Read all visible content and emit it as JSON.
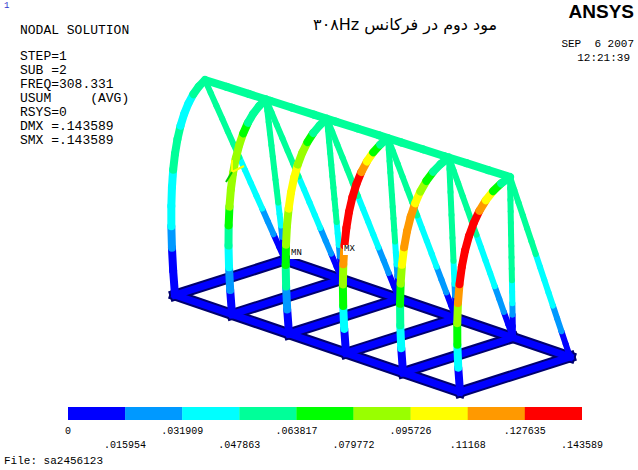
{
  "diagram": {
    "title": "مود دوم در فرکانس ۳۰۸Hz",
    "labels": [
      "1",
      "NODAL SOLUTION",
      "STEP=1",
      "SUB =2",
      "FREQ=308.331",
      "USUM     (AVG)",
      "RSYS=0",
      "DMX =.143589",
      "SMX =.143589",
      "ANSYS",
      "SEP  6 2007",
      "12:21:39",
      "MN",
      "MX",
      "0",
      ".015954",
      ".031909",
      ".047863",
      ".063817",
      ".079772",
      ".095726",
      ".11168",
      ".127635",
      ".143589",
      "File: sa2456123"
    ]
  }
}
